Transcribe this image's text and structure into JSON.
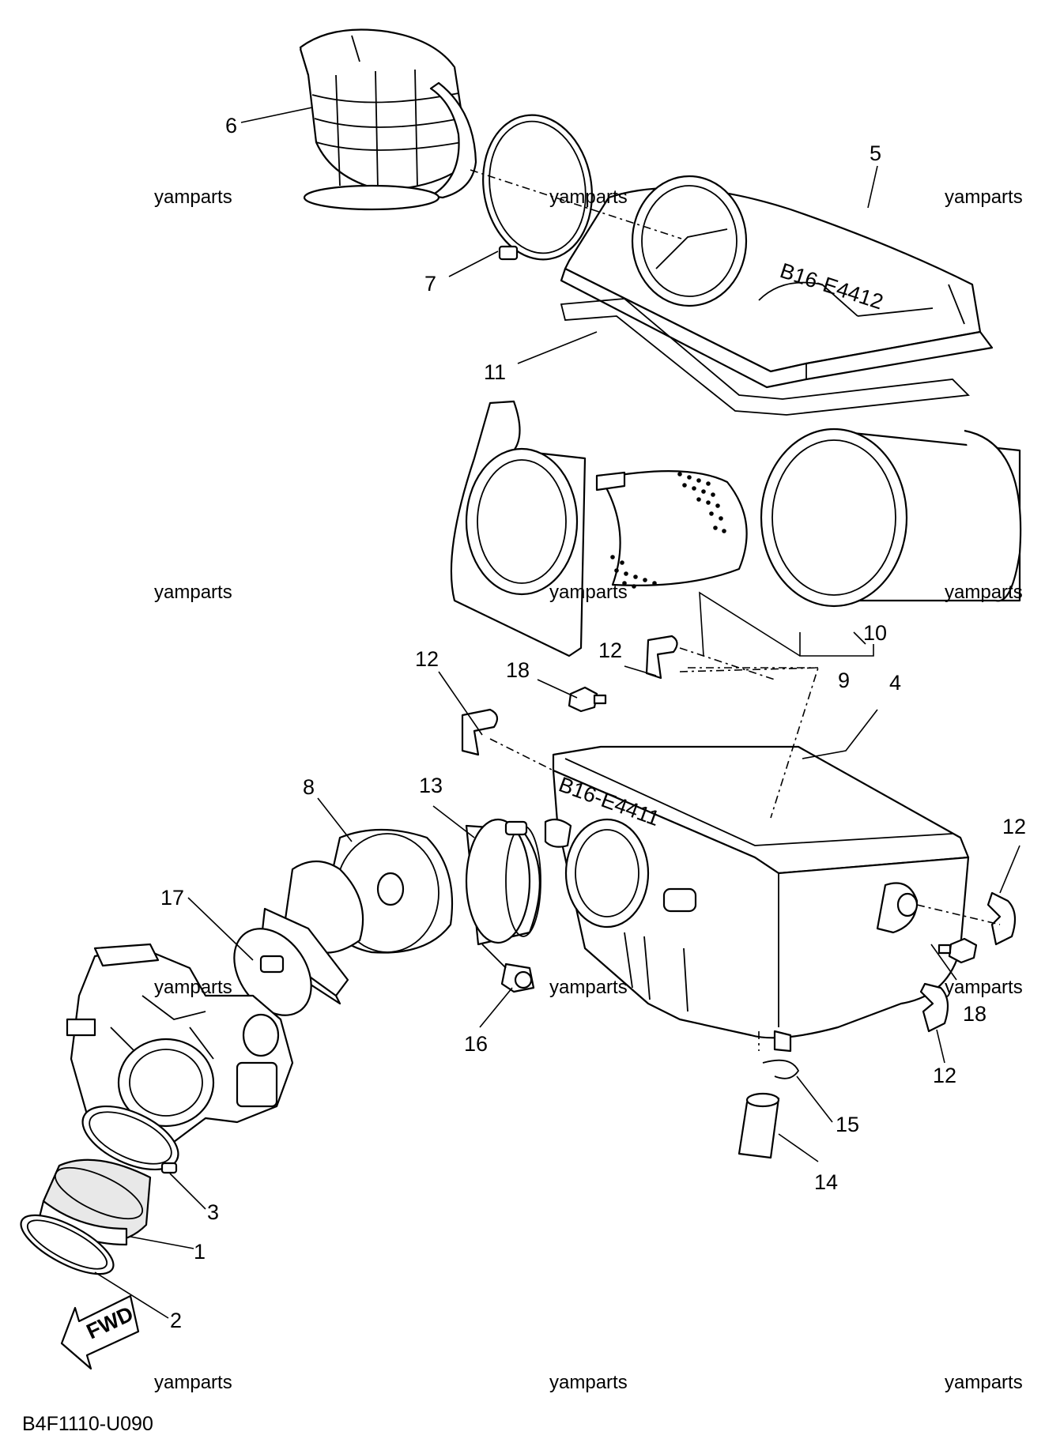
{
  "figure": {
    "diagram_code": "B4F1110-U090",
    "fwd_label": "FWD",
    "watermark_text": "yamparts"
  },
  "callouts": [
    {
      "id": "c1",
      "text": "1"
    },
    {
      "id": "c2",
      "text": "2"
    },
    {
      "id": "c3",
      "text": "3"
    },
    {
      "id": "c4",
      "text": "4"
    },
    {
      "id": "c5",
      "text": "5"
    },
    {
      "id": "c6",
      "text": "6"
    },
    {
      "id": "c7",
      "text": "7"
    },
    {
      "id": "c8",
      "text": "8"
    },
    {
      "id": "c9",
      "text": "9"
    },
    {
      "id": "c10",
      "text": "10"
    },
    {
      "id": "c11",
      "text": "11"
    },
    {
      "id": "c12a",
      "text": "12"
    },
    {
      "id": "c12b",
      "text": "12"
    },
    {
      "id": "c12c",
      "text": "12"
    },
    {
      "id": "c12d",
      "text": "12"
    },
    {
      "id": "c13",
      "text": "13"
    },
    {
      "id": "c14",
      "text": "14"
    },
    {
      "id": "c15",
      "text": "15"
    },
    {
      "id": "c16",
      "text": "16"
    },
    {
      "id": "c17",
      "text": "17"
    },
    {
      "id": "c18a",
      "text": "18"
    },
    {
      "id": "c18b",
      "text": "18"
    }
  ],
  "part_markings": {
    "airbox_lid": "B16-E4412",
    "airbox_case": "B16-E4411"
  }
}
